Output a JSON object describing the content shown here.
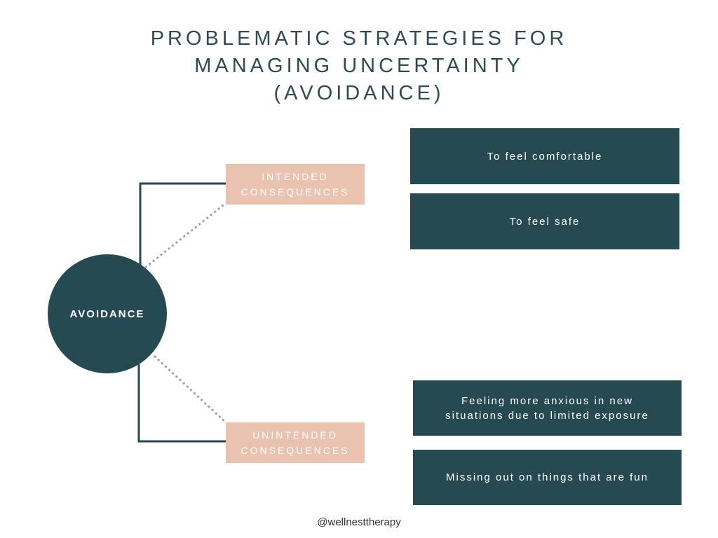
{
  "title": {
    "line1": "PROBLEMATIC STRATEGIES FOR",
    "line2": "MANAGING UNCERTAINTY",
    "line3": "(AVOIDANCE)"
  },
  "center": {
    "label": "AVOIDANCE"
  },
  "intended": {
    "line1": "INTENDED",
    "line2": "CONSEQUENCES",
    "items": [
      "To feel comfortable",
      "To feel safe"
    ]
  },
  "unintended": {
    "line1": "UNINTENDED",
    "line2": "CONSEQUENCES",
    "item1_line1": "Feeling more anxious in new",
    "item1_line2": "situations due to limited exposure",
    "item2": "Missing out on things that are fun"
  },
  "footer": {
    "handle": "@wellnesttherapy"
  },
  "colors": {
    "dark_teal": "#264a51",
    "peach": "#e9c3af",
    "title_text": "#2e4b52",
    "dotted_line": "#a0a0a0"
  }
}
